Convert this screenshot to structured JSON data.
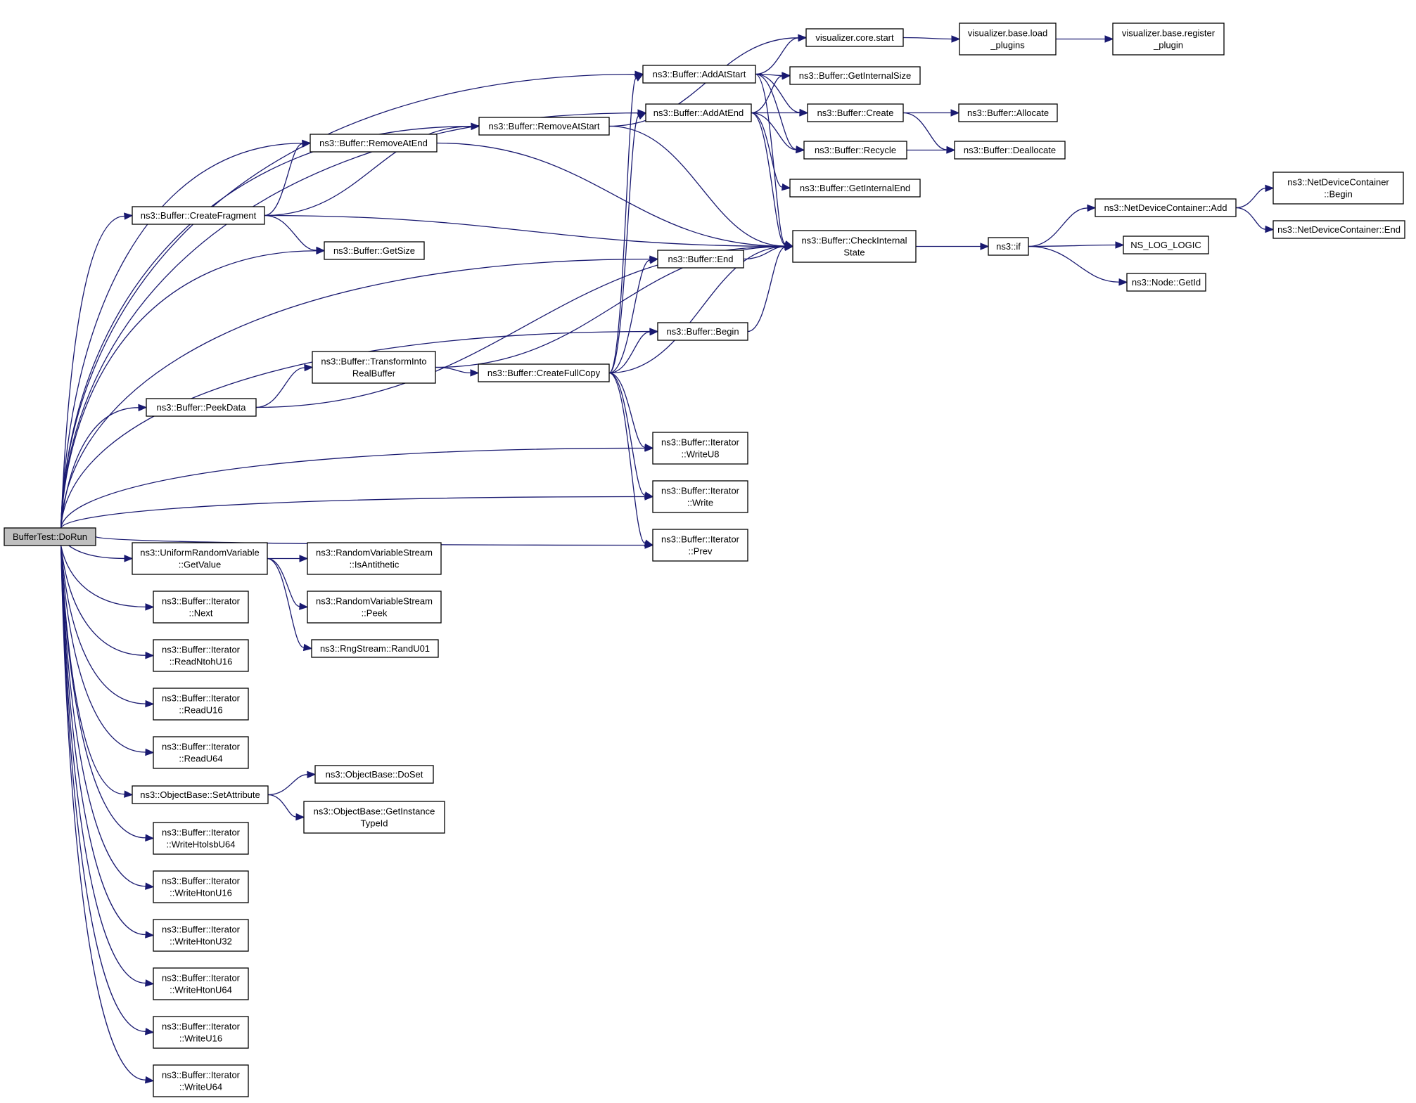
{
  "graph": {
    "root": "n0",
    "nodes": [
      {
        "id": "n0",
        "lines": [
          "BufferTest::DoRun"
        ],
        "root": true
      },
      {
        "id": "n1",
        "lines": [
          "ns3::Buffer::AddAtStart"
        ]
      },
      {
        "id": "n2",
        "lines": [
          "ns3::Buffer::RemoveAtStart"
        ]
      },
      {
        "id": "n3",
        "lines": [
          "ns3::Buffer::AddAtEnd"
        ]
      },
      {
        "id": "n4",
        "lines": [
          "ns3::Buffer::RemoveAtEnd"
        ]
      },
      {
        "id": "n5",
        "lines": [
          "ns3::Buffer::CreateFragment"
        ]
      },
      {
        "id": "n6",
        "lines": [
          "ns3::Buffer::GetSize"
        ]
      },
      {
        "id": "n7",
        "lines": [
          "ns3::Buffer::End"
        ]
      },
      {
        "id": "n8",
        "lines": [
          "ns3::Buffer::Begin"
        ]
      },
      {
        "id": "n9",
        "lines": [
          "ns3::Buffer::TransformInto",
          "RealBuffer"
        ]
      },
      {
        "id": "n10",
        "lines": [
          "ns3::Buffer::CreateFullCopy"
        ]
      },
      {
        "id": "n11",
        "lines": [
          "ns3::Buffer::PeekData"
        ]
      },
      {
        "id": "n12",
        "lines": [
          "ns3::Buffer::Iterator",
          "::WriteU8"
        ]
      },
      {
        "id": "n13",
        "lines": [
          "ns3::Buffer::Iterator",
          "::Write"
        ]
      },
      {
        "id": "n14",
        "lines": [
          "ns3::Buffer::Iterator",
          "::Prev"
        ]
      },
      {
        "id": "n15",
        "lines": [
          "ns3::UniformRandomVariable",
          "::GetValue"
        ]
      },
      {
        "id": "n16",
        "lines": [
          "ns3::RandomVariableStream",
          "::IsAntithetic"
        ]
      },
      {
        "id": "n17",
        "lines": [
          "ns3::RandomVariableStream",
          "::Peek"
        ]
      },
      {
        "id": "n18",
        "lines": [
          "ns3::RngStream::RandU01"
        ]
      },
      {
        "id": "n19",
        "lines": [
          "ns3::Buffer::Iterator",
          "::Next"
        ]
      },
      {
        "id": "n20",
        "lines": [
          "ns3::Buffer::Iterator",
          "::ReadNtohU16"
        ]
      },
      {
        "id": "n21",
        "lines": [
          "ns3::Buffer::Iterator",
          "::ReadU16"
        ]
      },
      {
        "id": "n22",
        "lines": [
          "ns3::Buffer::Iterator",
          "::ReadU64"
        ]
      },
      {
        "id": "n23",
        "lines": [
          "ns3::ObjectBase::SetAttribute"
        ]
      },
      {
        "id": "n24",
        "lines": [
          "ns3::ObjectBase::DoSet"
        ]
      },
      {
        "id": "n25",
        "lines": [
          "ns3::ObjectBase::GetInstance",
          "TypeId"
        ]
      },
      {
        "id": "n26",
        "lines": [
          "ns3::Buffer::Iterator",
          "::WriteHtolsbU64"
        ]
      },
      {
        "id": "n27",
        "lines": [
          "ns3::Buffer::Iterator",
          "::WriteHtonU16"
        ]
      },
      {
        "id": "n28",
        "lines": [
          "ns3::Buffer::Iterator",
          "::WriteHtonU32"
        ]
      },
      {
        "id": "n29",
        "lines": [
          "ns3::Buffer::Iterator",
          "::WriteHtonU64"
        ]
      },
      {
        "id": "n30",
        "lines": [
          "ns3::Buffer::Iterator",
          "::WriteU16"
        ]
      },
      {
        "id": "n31",
        "lines": [
          "ns3::Buffer::Iterator",
          "::WriteU64"
        ]
      },
      {
        "id": "n32",
        "lines": [
          "visualizer.core.start"
        ]
      },
      {
        "id": "n33",
        "lines": [
          "visualizer.base.load",
          "_plugins"
        ]
      },
      {
        "id": "n34",
        "lines": [
          "visualizer.base.register",
          "_plugin"
        ]
      },
      {
        "id": "n35",
        "lines": [
          "ns3::Buffer::GetInternalSize"
        ]
      },
      {
        "id": "n36",
        "lines": [
          "ns3::Buffer::Create"
        ]
      },
      {
        "id": "n37",
        "lines": [
          "ns3::Buffer::Allocate"
        ]
      },
      {
        "id": "n38",
        "lines": [
          "ns3::Buffer::Recycle"
        ]
      },
      {
        "id": "n39",
        "lines": [
          "ns3::Buffer::Deallocate"
        ]
      },
      {
        "id": "n40",
        "lines": [
          "ns3::Buffer::GetInternalEnd"
        ]
      },
      {
        "id": "n41",
        "lines": [
          "ns3::Buffer::CheckInternal",
          "State"
        ]
      },
      {
        "id": "n42",
        "lines": [
          "ns3::if"
        ]
      },
      {
        "id": "n43",
        "lines": [
          "ns3::NetDeviceContainer::Add"
        ]
      },
      {
        "id": "n44",
        "lines": [
          "ns3::NetDeviceContainer",
          "::Begin"
        ]
      },
      {
        "id": "n45",
        "lines": [
          "ns3::NetDeviceContainer::End"
        ]
      },
      {
        "id": "n46",
        "lines": [
          "NS_LOG_LOGIC"
        ]
      },
      {
        "id": "n47",
        "lines": [
          "ns3::Node::GetId"
        ]
      }
    ],
    "edges": [
      [
        "n0",
        "n1"
      ],
      [
        "n0",
        "n2"
      ],
      [
        "n0",
        "n3"
      ],
      [
        "n0",
        "n4"
      ],
      [
        "n0",
        "n5"
      ],
      [
        "n0",
        "n6"
      ],
      [
        "n0",
        "n7"
      ],
      [
        "n0",
        "n8"
      ],
      [
        "n0",
        "n11"
      ],
      [
        "n0",
        "n12"
      ],
      [
        "n0",
        "n13"
      ],
      [
        "n0",
        "n14"
      ],
      [
        "n0",
        "n15"
      ],
      [
        "n0",
        "n19"
      ],
      [
        "n0",
        "n20"
      ],
      [
        "n0",
        "n21"
      ],
      [
        "n0",
        "n22"
      ],
      [
        "n0",
        "n23"
      ],
      [
        "n0",
        "n26"
      ],
      [
        "n0",
        "n27"
      ],
      [
        "n0",
        "n28"
      ],
      [
        "n0",
        "n29"
      ],
      [
        "n0",
        "n30"
      ],
      [
        "n0",
        "n31"
      ],
      [
        "n1",
        "n32"
      ],
      [
        "n1",
        "n35"
      ],
      [
        "n1",
        "n36"
      ],
      [
        "n1",
        "n38"
      ],
      [
        "n1",
        "n41"
      ],
      [
        "n2",
        "n32"
      ],
      [
        "n2",
        "n41"
      ],
      [
        "n3",
        "n35"
      ],
      [
        "n3",
        "n36"
      ],
      [
        "n3",
        "n38"
      ],
      [
        "n3",
        "n40"
      ],
      [
        "n3",
        "n41"
      ],
      [
        "n4",
        "n41"
      ],
      [
        "n5",
        "n4"
      ],
      [
        "n5",
        "n2"
      ],
      [
        "n5",
        "n6"
      ],
      [
        "n5",
        "n41"
      ],
      [
        "n7",
        "n41"
      ],
      [
        "n8",
        "n41"
      ],
      [
        "n9",
        "n10"
      ],
      [
        "n9",
        "n41"
      ],
      [
        "n10",
        "n1"
      ],
      [
        "n10",
        "n3"
      ],
      [
        "n10",
        "n7"
      ],
      [
        "n10",
        "n8"
      ],
      [
        "n10",
        "n41"
      ],
      [
        "n10",
        "n12"
      ],
      [
        "n10",
        "n13"
      ],
      [
        "n10",
        "n14"
      ],
      [
        "n11",
        "n9"
      ],
      [
        "n11",
        "n41"
      ],
      [
        "n15",
        "n16"
      ],
      [
        "n15",
        "n17"
      ],
      [
        "n15",
        "n18"
      ],
      [
        "n23",
        "n24"
      ],
      [
        "n23",
        "n25"
      ],
      [
        "n32",
        "n33"
      ],
      [
        "n33",
        "n34"
      ],
      [
        "n36",
        "n37"
      ],
      [
        "n36",
        "n39"
      ],
      [
        "n38",
        "n39"
      ],
      [
        "n41",
        "n42"
      ],
      [
        "n42",
        "n43"
      ],
      [
        "n42",
        "n46"
      ],
      [
        "n42",
        "n47"
      ],
      [
        "n43",
        "n44"
      ],
      [
        "n43",
        "n45"
      ]
    ]
  }
}
